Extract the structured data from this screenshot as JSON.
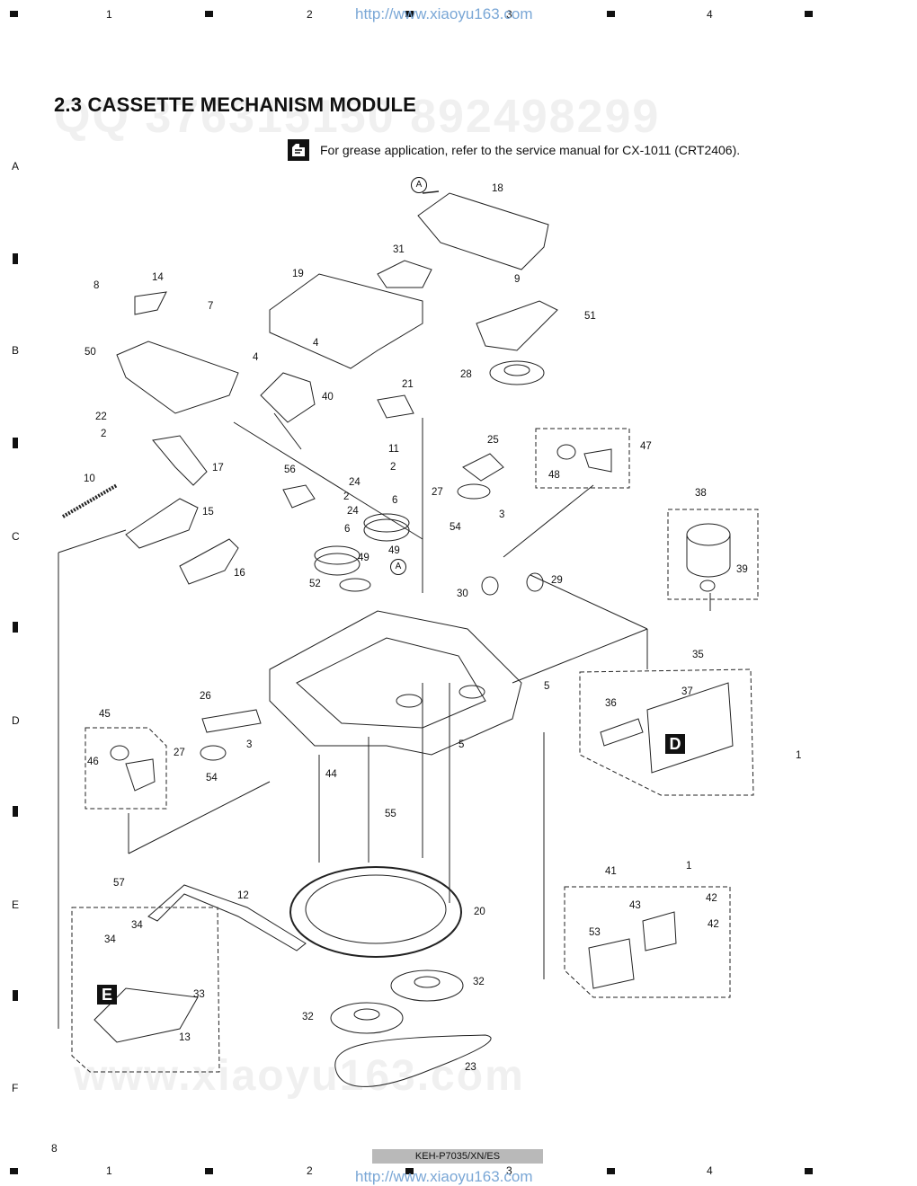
{
  "header": {
    "url": "http://www.xiaoyu163.com",
    "columns": [
      "1",
      "2",
      "3",
      "4"
    ]
  },
  "rows": [
    "A",
    "B",
    "C",
    "D",
    "E",
    "F"
  ],
  "title": "2.3 CASSETTE MECHANISM MODULE",
  "ghost_text": {
    "top": "QQ 376315150    892498299",
    "bottom": "www.xiaoyu163.com"
  },
  "note": {
    "icon": "grease-warning-icon",
    "text": "For grease application, refer to the service manual for CX-1011 (CRT2406)."
  },
  "callouts": {
    "c18": "18",
    "c31": "31",
    "c19": "19",
    "c9": "9",
    "c51": "51",
    "c14": "14",
    "c8": "8",
    "c7": "7",
    "c50": "50",
    "c4a": "4",
    "c4b": "4",
    "c40": "40",
    "c21": "21",
    "c28": "28",
    "c22": "22",
    "c2a": "2",
    "c11": "11",
    "c25": "25",
    "c47": "47",
    "c2b": "2",
    "c24a": "24",
    "c48": "48",
    "c17": "17",
    "c56": "56",
    "c6a": "6",
    "c27a": "27",
    "c10": "10",
    "c2c": "2",
    "c24b": "24",
    "c3a": "3",
    "c38": "38",
    "c15": "15",
    "c6b": "6",
    "c49a": "49",
    "c54a": "54",
    "c49b": "49",
    "c16": "16",
    "c39": "39",
    "c52": "52",
    "c30": "30",
    "c29": "29",
    "c35": "35",
    "c26": "26",
    "c5a": "5",
    "c37": "37",
    "c36": "36",
    "c45": "45",
    "c27b": "27",
    "c3b": "3",
    "c5b": "5",
    "c1a": "1",
    "c46": "46",
    "c54b": "54",
    "c44": "44",
    "c55": "55",
    "c1b": "1",
    "c41": "41",
    "c57": "57",
    "c12": "12",
    "c42a": "42",
    "c20": "20",
    "c43": "43",
    "c42b": "42",
    "c34a": "34",
    "c34b": "34",
    "c53": "53",
    "c32a": "32",
    "c33": "33",
    "c32b": "32",
    "c13": "13",
    "c23": "23"
  },
  "ref_labels": {
    "a1": "A",
    "a2": "A"
  },
  "sections": {
    "d": "D",
    "e": "E"
  },
  "page_number": "8",
  "footer_model": "KEH-P7035/XN/ES"
}
